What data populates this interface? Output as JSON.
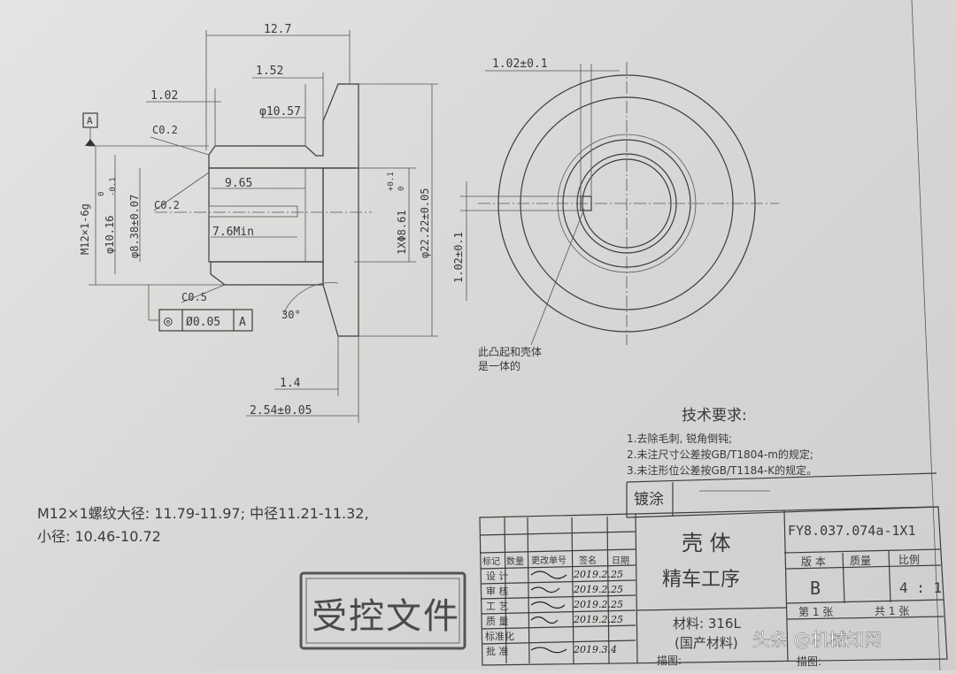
{
  "section_view": {
    "dims": {
      "overall_length": "12.7",
      "shoulder": "1.52",
      "step_len": "1.02",
      "dia_10_57": "φ10.57",
      "chamfer_top": "C0.2",
      "chamfer_inner": "C0.2",
      "chamfer_bottom": "C0.5",
      "len_9_65": "9.65",
      "len_7_6": "7.6Min",
      "thread": "M12×1-6g",
      "dia_10_16": "φ10.16",
      "dia_10_16_tol_upper": "0",
      "dia_10_16_tol_lower": "-0.1",
      "dia_8_38": "φ8.38±0.07",
      "dia_8_61": "1XΦ8.61",
      "dia_8_61_tol_upper": "+0.1",
      "dia_8_61_tol_lower": "0",
      "dia_22_22": "φ22.22±0.05",
      "angle": "30°",
      "flange_1_4": "1.4",
      "flange_2_54": "2.54±0.05"
    },
    "datum_label": "A",
    "fcf": {
      "symbol": "◎",
      "value": "Ø0.05",
      "datum": "A"
    }
  },
  "front_view": {
    "dim_top": "1.02±0.1",
    "dim_side": "1.02±0.1",
    "note_line1": "此凸起和壳体",
    "note_line2": "是一体的"
  },
  "tech_req": {
    "title": "技术要求:",
    "items": [
      "1.去除毛刺, 锐角倒钝;",
      "2.未注尺寸公差按GB/T1804-m的规定;",
      "3.未注形位公差按GB/T1184-K的规定。"
    ]
  },
  "thread_note": {
    "line1": "M12×1螺纹大径: 11.79-11.97; 中径11.21-11.32,",
    "line2": "小径: 10.46-10.72"
  },
  "stamp": "受控文件",
  "title_block": {
    "plating_label": "镀涂",
    "part_name": "壳 体",
    "process": "精车工序",
    "drawing_no": "FY8.037.074a-1X1",
    "hdr_version": "版 本",
    "hdr_mass": "质量",
    "hdr_scale": "比例",
    "version": "B",
    "scale": "4 : 1",
    "sheet": "第 1 张",
    "total": "共 1 张",
    "material": "材料: 316L",
    "material_note": "(国产材料)",
    "drawn": "描图:",
    "traced": "描图:",
    "rev_headers": [
      "标记",
      "数量",
      "更改单号",
      "签名",
      "日期"
    ],
    "roles": [
      "设 计",
      "审 核",
      "工 艺",
      "质 量",
      "标准化",
      "批 准"
    ],
    "signatures": [
      "2019.2.25",
      "2019.2.25",
      "2019.2.25",
      "2019.2.25",
      "",
      "2019.3.4"
    ]
  },
  "watermark": "头条 @机械知网"
}
